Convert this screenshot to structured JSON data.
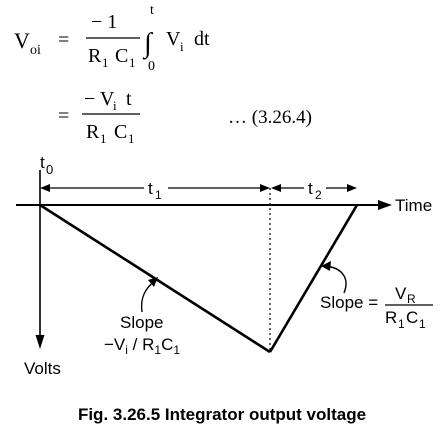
{
  "equation": {
    "lhs_main": "V",
    "lhs_sub": "oi",
    "eq_sign": "=",
    "frac1_num": "− 1",
    "frac1_den_r": "R",
    "frac1_den_r_sub": "1",
    "frac1_den_c": "C",
    "frac1_den_c_sub": "1",
    "integral_sign": "∫",
    "integral_upper": "t",
    "integral_lower": "0",
    "integrand_v": "V",
    "integrand_sub": "i",
    "integrand_dt": "dt",
    "eq_sign2": "=",
    "frac2_num_v": "− V",
    "frac2_num_sub": "i",
    "frac2_num_t": "t",
    "frac2_den_r": "R",
    "frac2_den_r_sub": "1",
    "frac2_den_c": "C",
    "frac2_den_c_sub": "1",
    "equation_number": "… (3.26.4)"
  },
  "graph": {
    "t0_main": "t",
    "t0_sub": "0",
    "t1_main": "t",
    "t1_sub": "1",
    "t2_main": "t",
    "t2_sub": "2",
    "x_axis_label": "Time",
    "y_axis_label": "Volts",
    "slope_left_label": "Slope",
    "slope_left_expr": {
      "minus_v": "−V",
      "v_sub": "i",
      "slash_r": " / R",
      "r_sub": "1",
      "c": "C",
      "c_sub": "1"
    },
    "slope_right_label": "Slope =",
    "slope_right_num": "V",
    "slope_right_num_sub": "R",
    "slope_right_den_r": "R",
    "slope_right_den_r_sub": "1",
    "slope_right_den_c": "C",
    "slope_right_den_c_sub": "1",
    "line_color": "#000000"
  },
  "caption": "Fig. 3.26.5 Integrator output voltage"
}
